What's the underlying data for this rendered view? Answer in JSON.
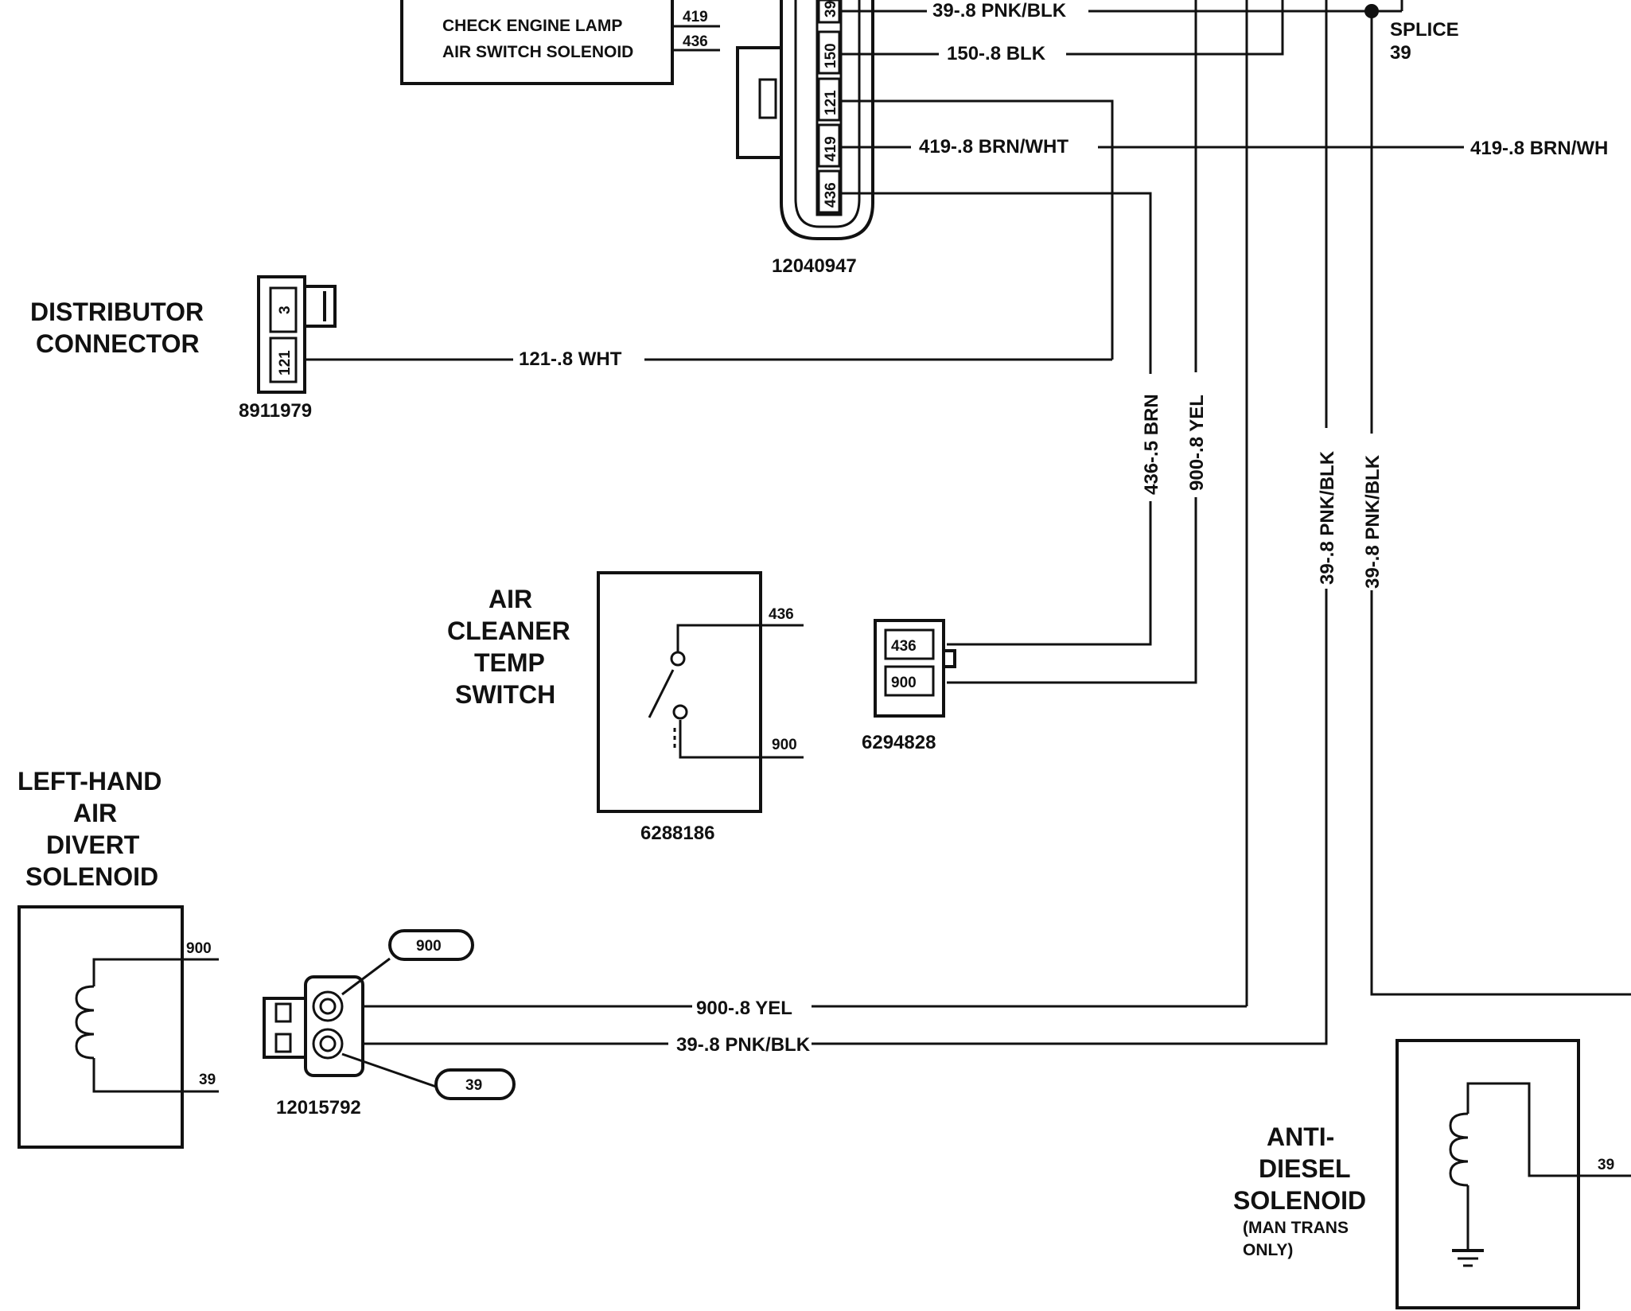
{
  "ecm_pins": [
    {
      "label": "CHECK ENGINE LAMP",
      "circuit": "419"
    },
    {
      "label": "AIR SWITCH SOLENOID",
      "circuit": "436"
    }
  ],
  "ecm_connector": {
    "part": "12040947",
    "cavities": [
      "39",
      "150",
      "121",
      "419",
      "436"
    ]
  },
  "wires": {
    "pnk_top": "39-.8 PNK/BLK",
    "blk_150": "150-.8 BLK",
    "brn_wht": "419-.8 BRN/WHT",
    "brn_wht_right": "419-.8 BRN/WH",
    "wht_121": "121-.8 WHT",
    "brn_436": "436-.5 BRN",
    "yel_900_v": "900-.8 YEL",
    "pnk_v1": "39-.8 PNK/BLK",
    "pnk_v2": "39-.8 PNK/BLK",
    "yel_900_h": "900-.8 YEL",
    "pnk_h": "39-.8 PNK/BLK"
  },
  "splice": {
    "label": "SPLICE",
    "number": "39"
  },
  "distributor": {
    "title_line1": "DISTRIBUTOR",
    "title_line2": "CONNECTOR",
    "part": "8911979",
    "cavity_top": "3",
    "cavity_bottom": "121"
  },
  "temp_switch": {
    "title": [
      "AIR",
      "CLEANER",
      "TEMP",
      "SWITCH"
    ],
    "part": "6288186",
    "pin_top": "436",
    "pin_bottom": "900"
  },
  "temp_switch_connector": {
    "part": "6294828",
    "cavity_top": "436",
    "cavity_bottom": "900"
  },
  "divert_solenoid": {
    "title": [
      "LEFT-HAND",
      "AIR",
      "DIVERT",
      "SOLENOID"
    ],
    "pin_top": "900",
    "pin_bottom": "39"
  },
  "divert_connector": {
    "part": "12015792",
    "tag_top": "900",
    "tag_bottom": "39"
  },
  "anti_diesel": {
    "title": [
      "ANTI-",
      "DIESEL",
      "SOLENOID"
    ],
    "note": [
      "(MAN TRANS",
      "ONLY)"
    ],
    "pin": "39"
  }
}
